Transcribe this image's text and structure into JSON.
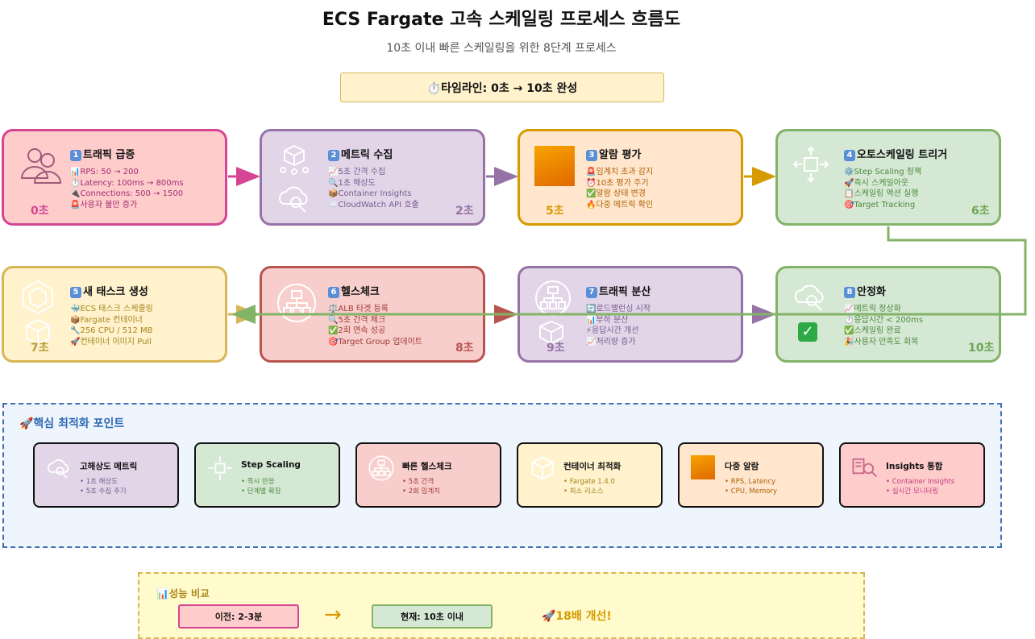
{
  "title": "ECS Fargate 고속 스케일링 프로세스 흐름도",
  "subtitle": "10초 이내 빠른 스케일링을 위한 8단계 프로세스",
  "timeline": "⏱️타임라인: 0초 → 10초 완성",
  "steps": [
    {
      "num": "1",
      "title": "트래픽 급증",
      "time": "0초",
      "items": [
        "📊RPS: 50 → 200",
        "⏱️Latency: 100ms → 800ms",
        "🔌Connections: 500 → 1500",
        "🚨사용자 불만 증가"
      ]
    },
    {
      "num": "2",
      "title": "메트릭 수집",
      "time": "2초",
      "items": [
        "📈5초 간격 수집",
        "🔍1초 해상도",
        "📦Container Insights",
        "☁️CloudWatch API 호출"
      ]
    },
    {
      "num": "3",
      "title": "알람 평가",
      "time": "5초",
      "items": [
        "🚨임계치 초과 감지",
        "⏰10초 평가 주기",
        "✅알람 상태 변경",
        "🔥다중 메트릭 확인"
      ]
    },
    {
      "num": "4",
      "title": "오토스케일링 트리거",
      "time": "6초",
      "items": [
        "⚙️Step Scaling 정책",
        "🚀즉시 스케일아웃",
        "📋스케일링 액션 실행",
        "🎯Target Tracking"
      ]
    },
    {
      "num": "5",
      "title": "새 태스크 생성",
      "time": "7초",
      "items": [
        "🐳ECS 태스크 스케줄링",
        "📦Fargate 컨테이너",
        "🔧256 CPU / 512 MB",
        "🚀컨테이너 이미지 Pull"
      ]
    },
    {
      "num": "6",
      "title": "헬스체크",
      "time": "8초",
      "items": [
        "⚖️ALB 타겟 등록",
        "🔍5초 간격 체크",
        "✅2회 연속 성공",
        "🎯Target Group 업데이트"
      ]
    },
    {
      "num": "7",
      "title": "트래픽 분산",
      "time": "9초",
      "items": [
        "🔄로드밸런싱 시작",
        "📊부하 분산",
        "⚡응답시간 개선",
        "📈처리량 증가"
      ]
    },
    {
      "num": "8",
      "title": "안정화",
      "time": "10초",
      "items": [
        "📈메트릭 정상화",
        "⏱️응답시간 < 200ms",
        "✅스케일링 완료",
        "🎉사용자 만족도 회복"
      ]
    }
  ],
  "core": {
    "title": "🚀핵심 최적화 포인트",
    "points": [
      {
        "title": "고해상도 메트릭",
        "items": [
          "• 1초 해상도",
          "• 5초 수집 주기"
        ]
      },
      {
        "title": "Step Scaling",
        "items": [
          "• 즉시 반응",
          "• 단계별 확장"
        ]
      },
      {
        "title": "빠른 헬스체크",
        "items": [
          "• 5초 간격",
          "• 2회 임계치"
        ]
      },
      {
        "title": "컨테이너 최적화",
        "items": [
          "• Fargate 1.4.0",
          "• 최소 리소스"
        ]
      },
      {
        "title": "다중 알람",
        "items": [
          "• RPS, Latency",
          "• CPU, Memory"
        ]
      },
      {
        "title": "Insights 통합",
        "items": [
          "• Container Insights",
          "• 실시간 모니터링"
        ]
      }
    ]
  },
  "perf": {
    "title": "📊성능 비교",
    "before": "이전: 2-3분",
    "arrow": "→",
    "after": "현재: 10초 이내",
    "result": "🚀18배 개선!"
  },
  "icons": [
    "users-icon",
    "cube-network-icon",
    "cloud-search-icon",
    "orange-square-icon",
    "autoscaling-chip-icon",
    "hexagon-icon",
    "box-icon",
    "sitemap-icon",
    "checkmark-icon"
  ],
  "colors": {
    "red": "#b85450",
    "pink": "#d64594",
    "purple": "#9673a6",
    "orange": "#d79b00",
    "green": "#82b366",
    "yellow": "#d6b656",
    "blue": "#3f6fb5"
  }
}
